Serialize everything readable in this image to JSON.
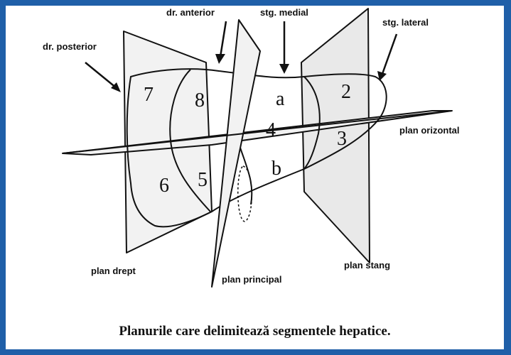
{
  "labels": {
    "dr_posterior": "dr. posterior",
    "dr_anterior": "dr. anterior",
    "stg_medial": "stg. medial",
    "stg_lateral": "stg. lateral",
    "plan_orizontal": "plan orizontal",
    "plan_drept": "plan drept",
    "plan_principal": "plan principal",
    "plan_stang": "plan stang"
  },
  "segments": {
    "s7": "7",
    "s8": "8",
    "sa": "a",
    "s2": "2",
    "s4": "4",
    "s3": "3",
    "s6": "6",
    "s5": "5",
    "sb": "b"
  },
  "caption": "Planurile care delimitează segmentele hepatice.",
  "colors": {
    "border": "#1f5fa8",
    "background": "#ffffff",
    "ink": "#111111"
  }
}
